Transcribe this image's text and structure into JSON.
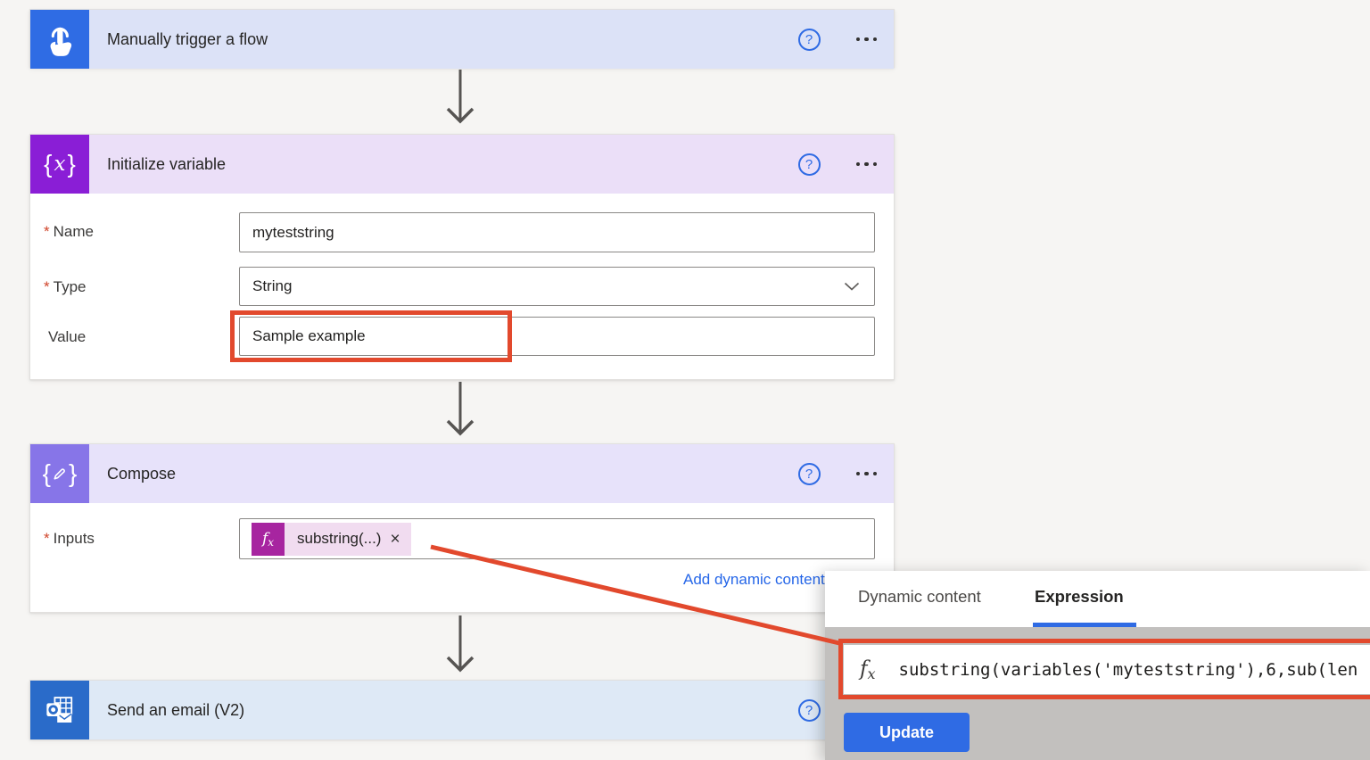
{
  "colors": {
    "trigger_icon_blue": "#2F6CE4",
    "trigger_header": "#DCE2F7",
    "variable_icon_purple": "#8A1ED6",
    "variable_header": "#EBDFF8",
    "compose_icon_purple": "#8775E8",
    "compose_header": "#E7E2FA",
    "email_icon_blue": "#2A6BC9",
    "email_header": "#DEE9F6",
    "expression_token_magenta": "#A725A0",
    "expression_token_bg": "#F1DCF0",
    "link_blue": "#2566E8",
    "accent_blue": "#2F6BE4",
    "annotation_red": "#E2492D",
    "panel_gray": "#C2C0BE",
    "required_red": "#D0452B"
  },
  "trigger_card": {
    "title": "Manually trigger a flow"
  },
  "variable_card": {
    "title": "Initialize variable",
    "required_marker": "*",
    "name_label": "Name",
    "name_value": "myteststring",
    "type_label": "Type",
    "type_value": "String",
    "value_label": "Value",
    "value_text": "Sample example"
  },
  "compose_card": {
    "title": "Compose",
    "required_marker": "*",
    "inputs_label": "Inputs",
    "token_label": "substring(...)",
    "add_dynamic_content_link": "Add dynamic content"
  },
  "email_card": {
    "title": "Send an email (V2)"
  },
  "expression_panel": {
    "tab_dynamic_content": "Dynamic content",
    "tab_expression": "Expression",
    "expression_value": "substring(variables('myteststring'),6,sub(len",
    "update_button": "Update"
  },
  "icons": {
    "help_glyph": "?",
    "brace_open": "{",
    "brace_close": "}",
    "variable_x": "x",
    "fx_f": "f",
    "fx_x": "x",
    "close_glyph": "×"
  }
}
